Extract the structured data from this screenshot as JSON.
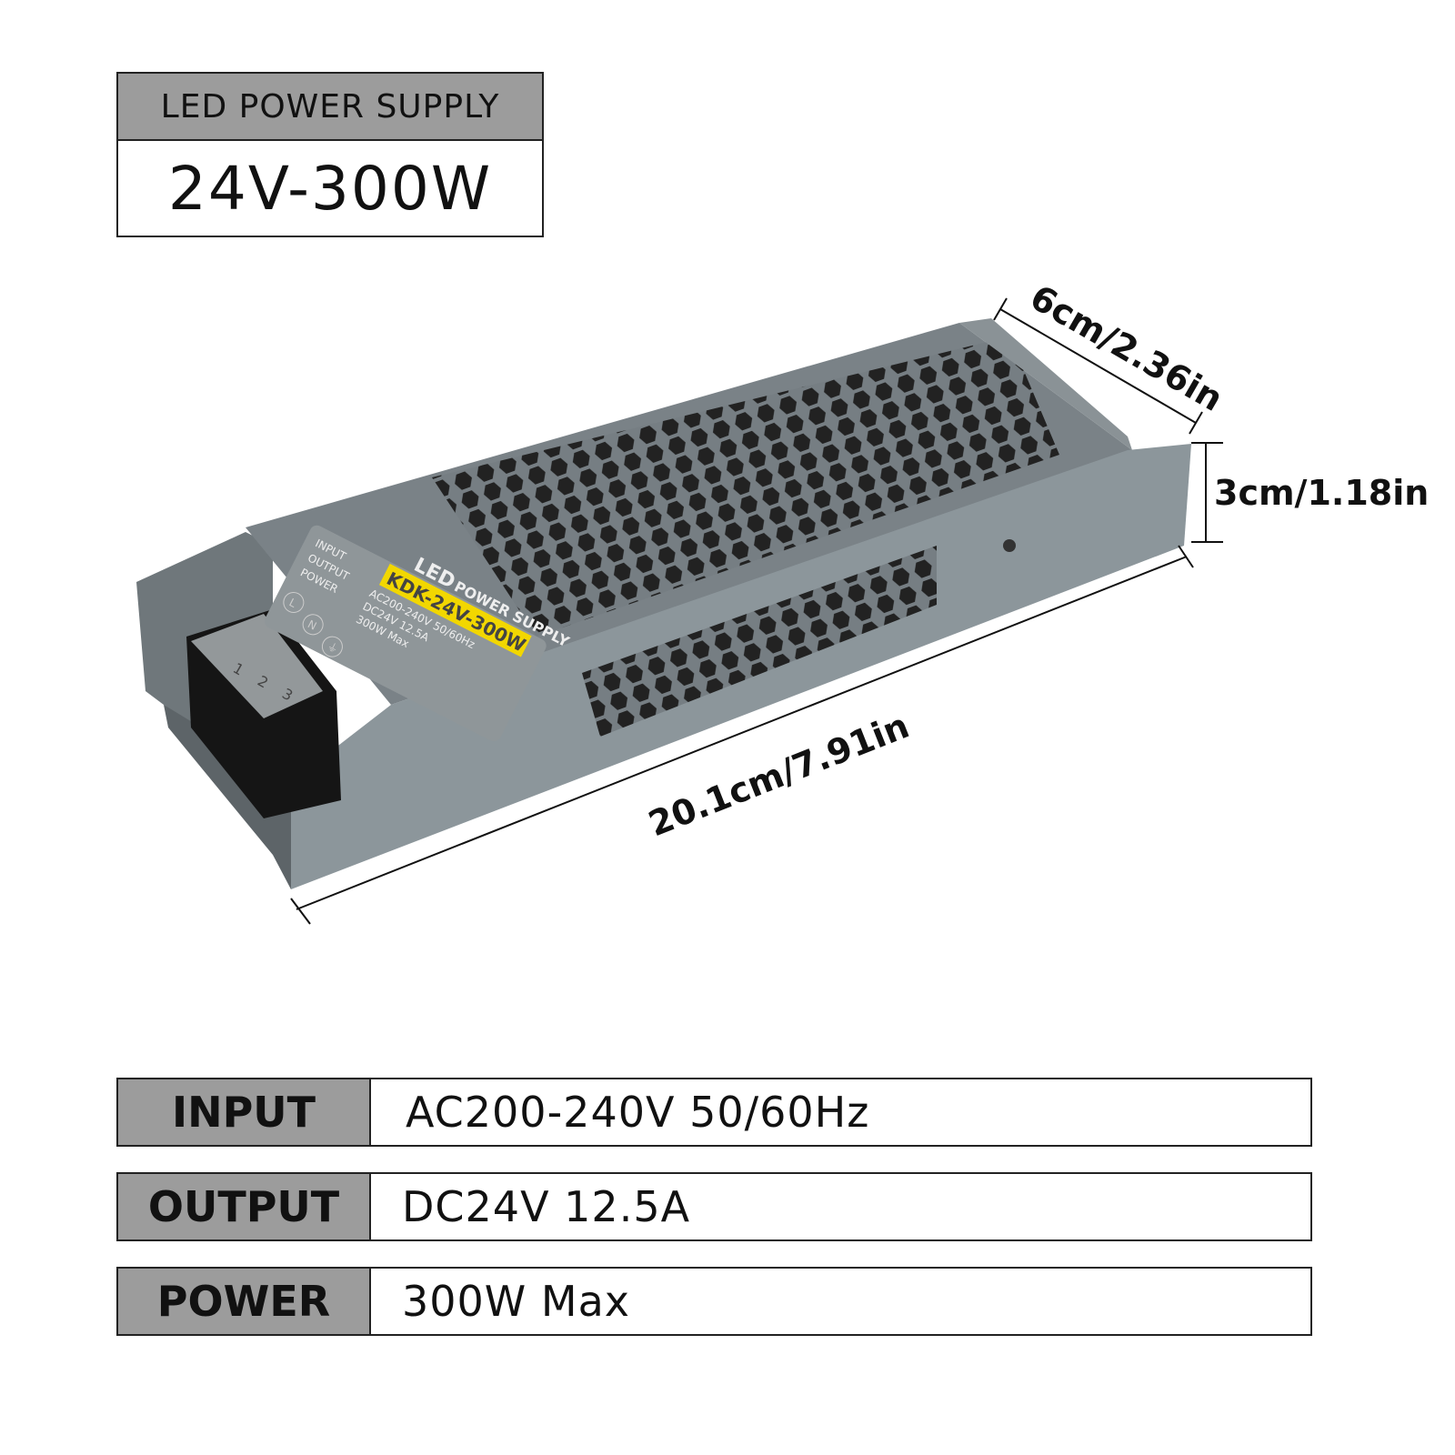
{
  "header": {
    "category": "LED POWER SUPPLY",
    "model": "24V-300W"
  },
  "dimensions": {
    "width": "6cm/2.36in",
    "height": "3cm/1.18in",
    "length": "20.1cm/7.91in"
  },
  "device_label": {
    "brand": "LED",
    "title": "POWER SUPPLY",
    "model": "KDK-24V-300W",
    "lines": [
      "INPUT",
      "OUTPUT",
      "POWER"
    ],
    "values": [
      "AC200-240V 50/60Hz",
      "DC24V  12.5A",
      "300W  Max"
    ],
    "terminals": [
      "L",
      "N",
      "⏚"
    ],
    "terminal_numbers": [
      "1",
      "2",
      "3"
    ]
  },
  "specs": [
    {
      "label": "INPUT",
      "value": "AC200-240V  50/60Hz"
    },
    {
      "label": "OUTPUT",
      "value": "DC24V  12.5A"
    },
    {
      "label": "POWER",
      "value": "300W  Max"
    }
  ],
  "colors": {
    "header_bg": "#9c9c9c",
    "body": "#6e767a",
    "label_yellow": "#f2d700"
  }
}
